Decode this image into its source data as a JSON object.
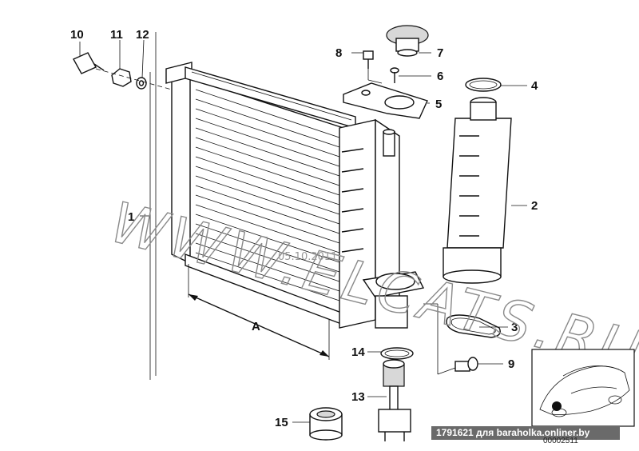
{
  "diagram": {
    "callouts": [
      {
        "id": "1",
        "text": "1"
      },
      {
        "id": "2",
        "text": "2"
      },
      {
        "id": "3",
        "text": "3"
      },
      {
        "id": "4",
        "text": "4"
      },
      {
        "id": "5",
        "text": "5"
      },
      {
        "id": "6",
        "text": "6"
      },
      {
        "id": "7",
        "text": "7"
      },
      {
        "id": "8",
        "text": "8"
      },
      {
        "id": "9",
        "text": "9"
      },
      {
        "id": "10",
        "text": "10"
      },
      {
        "id": "11",
        "text": "11"
      },
      {
        "id": "12",
        "text": "12"
      },
      {
        "id": "13",
        "text": "13"
      },
      {
        "id": "14",
        "text": "14"
      },
      {
        "id": "15",
        "text": "15"
      }
    ],
    "dimension_label": "A",
    "diagram_code": "00002511"
  },
  "watermark": {
    "text": "WWW.ELCATS.RU",
    "date": "05.10.2011"
  },
  "footer": {
    "text": "1791621 для baraholka.onliner.by"
  }
}
